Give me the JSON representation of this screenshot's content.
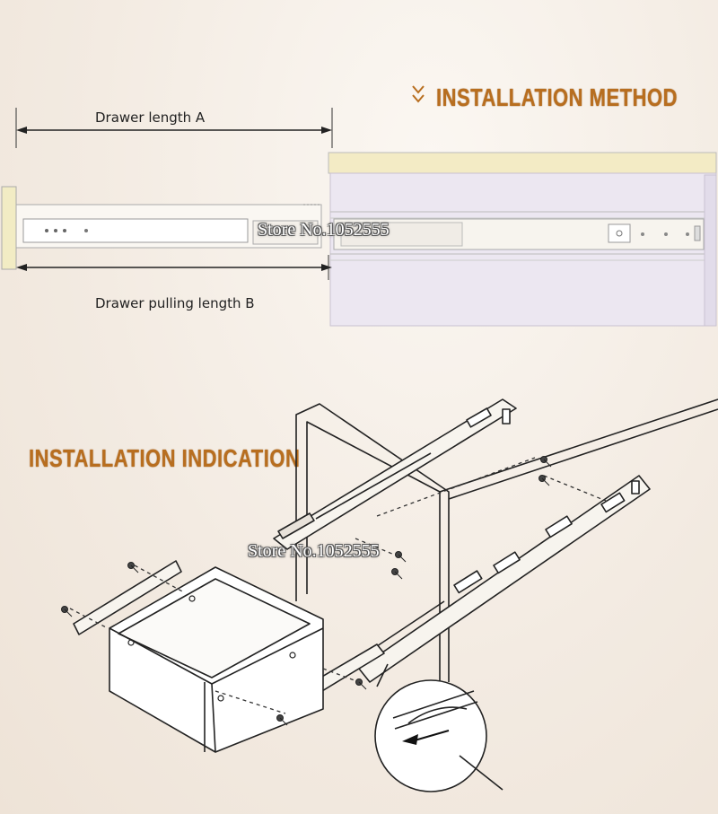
{
  "headings": {
    "method": "INSTALLATION METHOD",
    "indication": "INSTALLATION INDICATION"
  },
  "labels": {
    "drawer_length_a": "Drawer length A",
    "drawer_pulling_length_b": "Drawer pulling length B"
  },
  "watermarks": {
    "top": "Store No.1052555",
    "bottom": "Store No.1052555"
  },
  "colors": {
    "heading": "#b86e1f",
    "line": "#222222",
    "cabinet_fill": "#ece7f1",
    "rail_fill": "#f7f4ee"
  },
  "icons": {
    "heading_marker": "double-chevron-down-icon"
  }
}
